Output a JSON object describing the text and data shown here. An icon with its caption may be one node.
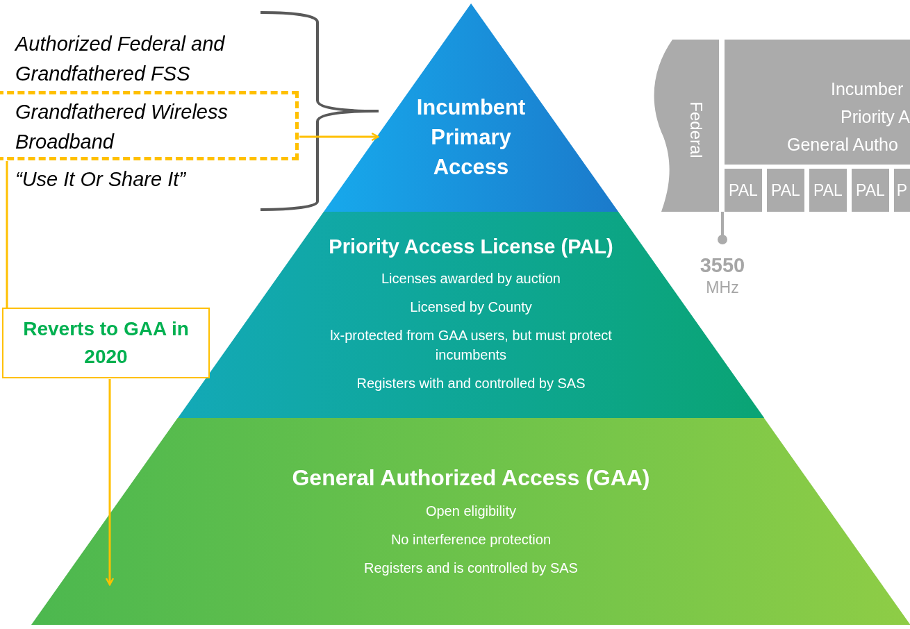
{
  "diagram": {
    "nodes": [
      {
        "text": [
          "Grandfathered Wireless Broadband"
        ]
      },
      {
        "text": [
          "Reverts to GAA in 2020"
        ]
      },
      {
        "text": [
          "Incumbent Primary Access"
        ]
      },
      {
        "text": [
          "Priority Access License (PAL)",
          "Licenses awarded by auction",
          "Licensed by County",
          "lx-protected from GAA users, but must protect incumbents",
          "Registers with and controlled by SAS"
        ]
      },
      {
        "text": [
          "General Authorized Access (GAA)",
          "Open eligibility",
          "No interference protection",
          "Registers and is controlled by SAS"
        ]
      },
      {
        "text": [
          "Federal"
        ]
      },
      {
        "text": [
          "Incumber",
          "Priority A",
          "General Autho"
        ]
      },
      {
        "text": [
          "PAL"
        ]
      },
      {
        "text": [
          "PAL"
        ]
      },
      {
        "text": [
          "PAL"
        ]
      },
      {
        "text": [
          "PAL"
        ]
      },
      {
        "text": [
          "P"
        ]
      }
    ],
    "edges": [
      {
        "from": 0,
        "to": 2,
        "arrow": "to"
      },
      {
        "from": 0,
        "to": 1,
        "arrow": "none"
      },
      {
        "from": 1,
        "to": 4,
        "arrow": "to"
      }
    ],
    "labels": [
      "Authorized Federal and Grandfathered FSS",
      "“Use It Or Share It”",
      "3550",
      "MHz"
    ]
  }
}
